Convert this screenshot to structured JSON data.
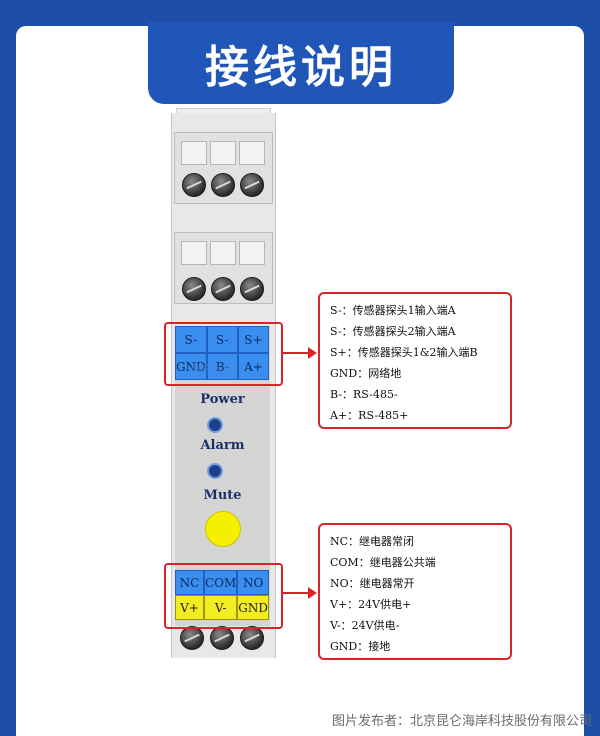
{
  "title": "接线说明",
  "watermark_text": "昆仑海岸",
  "top_terminals": {
    "row1": [
      "S-",
      "S-",
      "S+"
    ],
    "row2": [
      "GND",
      "B-",
      "A+"
    ]
  },
  "indicator_labels": {
    "power": "Power",
    "alarm": "Alarm",
    "mute": "Mute"
  },
  "bottom_terminals": {
    "row1": [
      "NC",
      "COM",
      "NO"
    ],
    "row2": [
      "V+",
      "V-",
      "GND"
    ]
  },
  "callout_top": [
    "S-：传感器探头1输入端A",
    "S-：传感器探头2输入端A",
    "S+：传感器探头1&2输入端B",
    "GND：网络地",
    "B-：RS-485-",
    "A+：RS-485+"
  ],
  "callout_bottom": [
    "NC：继电器常闭",
    "COM：继电器公共端",
    "NO：继电器常开",
    "V+：24V供电+",
    "V-：24V供电-",
    "GND：接地"
  ],
  "publisher": "图片发布者：北京昆仑海岸科技股份有限公司",
  "colors": {
    "frame_blue": "#1d4fa8",
    "terminal_blue": "#3a8ef0",
    "terminal_yellow": "#f2ec20",
    "callout_red": "#d7252b",
    "mute_yellow": "#f5f000"
  }
}
